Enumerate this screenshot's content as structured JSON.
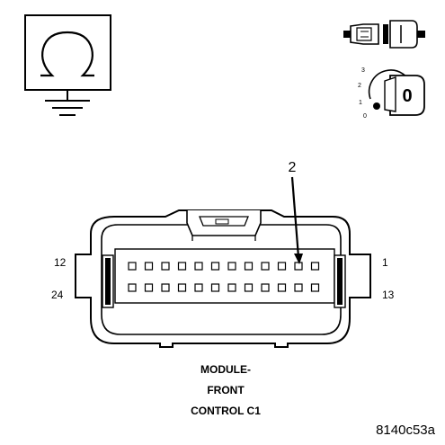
{
  "ohmmeter_symbol": {
    "icon": "ohm-ground-icon"
  },
  "ignition": {
    "connector_icon": "disconnected-connector-icon",
    "switch_positions": [
      "3",
      "2",
      "1",
      "0"
    ],
    "key_label": "0"
  },
  "connector": {
    "callout": "2",
    "pin_labels": {
      "top_left": "12",
      "top_right": "1",
      "bottom_left": "24",
      "bottom_right": "13"
    },
    "rows": 2,
    "pins_per_row": 12,
    "highlight_pin": 2,
    "caption": [
      "MODULE-",
      "FRONT",
      "CONTROL C1"
    ]
  },
  "figure_ref": "8140c53a"
}
